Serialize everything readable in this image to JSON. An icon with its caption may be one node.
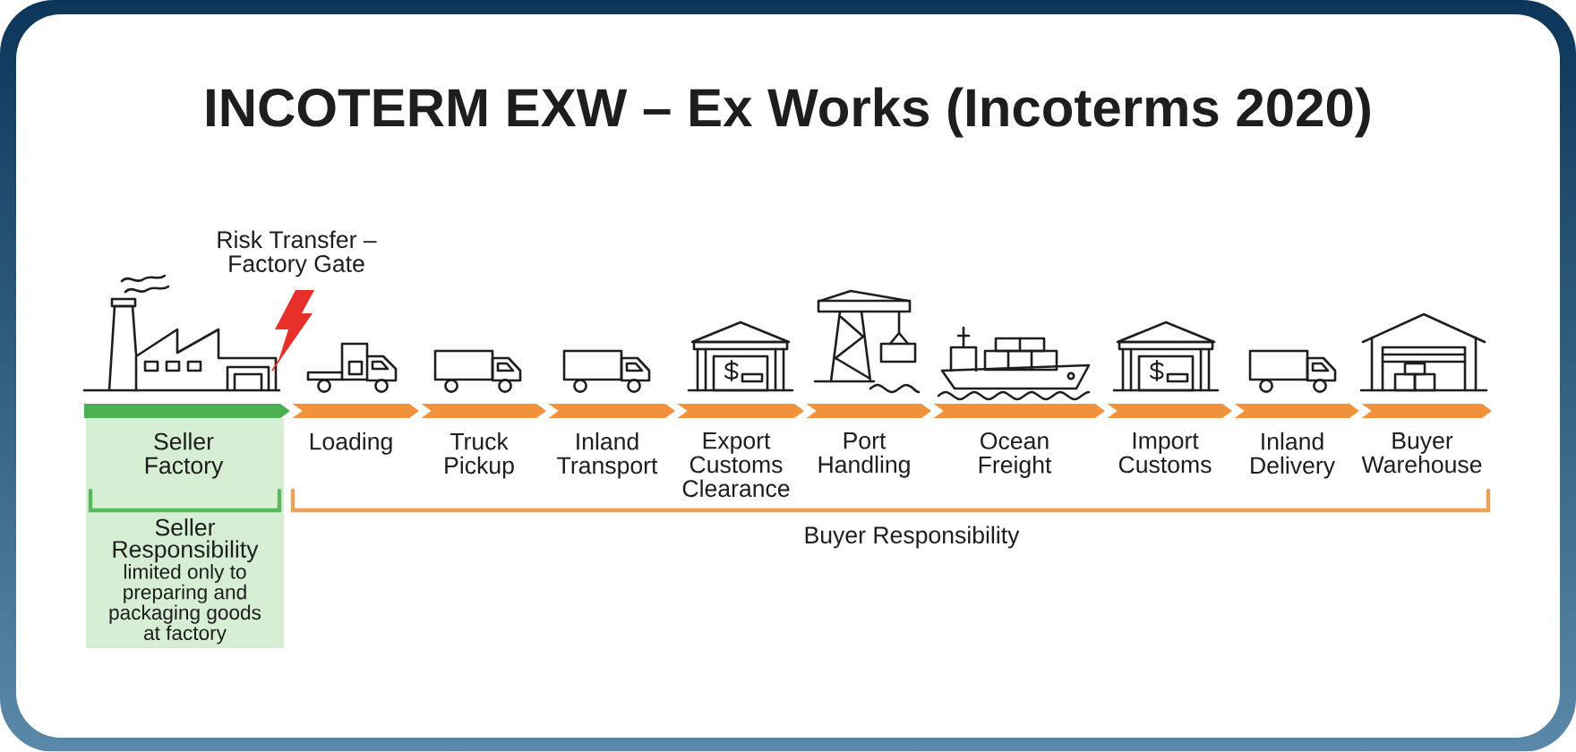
{
  "diagram": {
    "title": "INCOTERM EXW – Ex Works (Incoterms 2020)",
    "nodes": [
      {
        "text": [
          "Seller Factory",
          "Seller Responsibility",
          "limited only to preparing and packaging goods at factory"
        ]
      },
      {
        "text": [
          "Loading"
        ]
      },
      {
        "text": [
          "Truck Pickup"
        ]
      },
      {
        "text": [
          "Inland Transport"
        ]
      },
      {
        "text": [
          "Export Customs Clearance"
        ]
      },
      {
        "text": [
          "Port Handling"
        ]
      },
      {
        "text": [
          "Ocean Freight"
        ]
      },
      {
        "text": [
          "Import Customs"
        ]
      },
      {
        "text": [
          "Inland Delivery"
        ]
      },
      {
        "text": [
          "Buyer Warehouse"
        ]
      }
    ],
    "labels": [
      "Risk Transfer – Factory Gate",
      "Buyer Responsibility"
    ]
  }
}
